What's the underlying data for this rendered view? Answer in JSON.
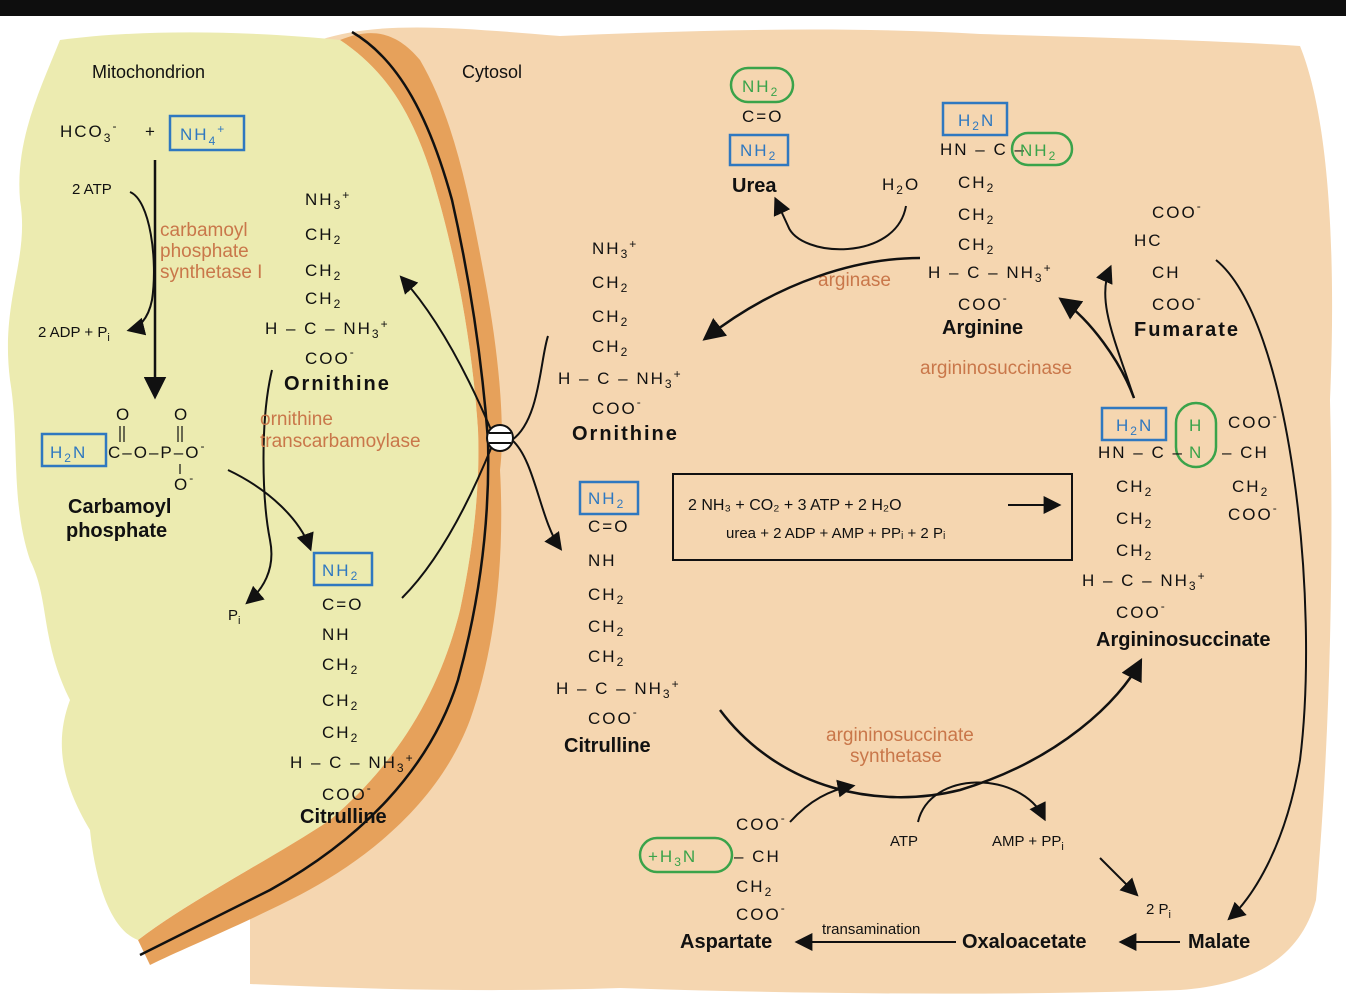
{
  "colors": {
    "top_bar": "#0e0e0e",
    "mitochondrion_fill": "#ecebb0",
    "cytosol_fill": "#f5d6b0",
    "membrane": "#e6a15b",
    "enzyme_text": "#c9774a",
    "nitrogen_box_blue": "#2f78c0",
    "nitrogen_circle_green": "#3aa34a"
  },
  "compartments": {
    "mitochondrion": "Mitochondrion",
    "cytosol": "Cytosol"
  },
  "mito": {
    "bicarbonate": "HCO",
    "bicarb_sub": "3",
    "bicarb_sup": "-",
    "plus": "+",
    "ammonium": "NH",
    "ammonium_sub": "4",
    "ammonium_sup": "+",
    "atp": "2 ATP",
    "adp": "2 ADP + P",
    "adp_sub": "i",
    "enzyme1": [
      "carbamoyl",
      "phosphate",
      "synthetase I"
    ],
    "cp_O1": "O",
    "cp_O2": "O",
    "cp_h2n": "H",
    "cp_h2n_sub": "2",
    "cp_h2n_n": "N",
    "cp_chain": "C–O–P–O",
    "cp_sup": "-",
    "cp_obottom": "O",
    "cp_name": [
      "Carbamoyl",
      "phosphate"
    ],
    "pi": "P",
    "pi_sub": "i",
    "enzyme2": [
      "ornithine",
      "transcarbamoylase"
    ],
    "orn_name": "Ornithine",
    "cit_name": "Citrulline"
  },
  "cyto": {
    "orn_name": "Ornithine",
    "cit_name": "Citrulline",
    "urea_name": "Urea",
    "arginine_name": "Arginine",
    "fumarate_name": "Fumarate",
    "argsucc_name": "Argininosuccinate",
    "aspartate_name": "Aspartate",
    "oxaloacetate_name": "Oxaloacetate",
    "malate_name": "Malate",
    "h2o": "H",
    "h2o_sub": "2",
    "h2o_o": "O",
    "enz_arginase": "arginase",
    "enz_argsuccinase": "argininosuccinase",
    "enz_argsynth": [
      "argininosuccinate",
      "synthetase"
    ],
    "atp": "ATP",
    "amp": "AMP + PP",
    "amp_sub": "i",
    "pi2": "2 P",
    "pi2_sub": "i",
    "transamination": "transamination"
  },
  "equation": {
    "line1": "2 NH₃ + CO₂ + 3 ATP + 2 H₂O",
    "line2": "urea + 2 ADP + AMP + PPᵢ + 2 Pᵢ"
  }
}
